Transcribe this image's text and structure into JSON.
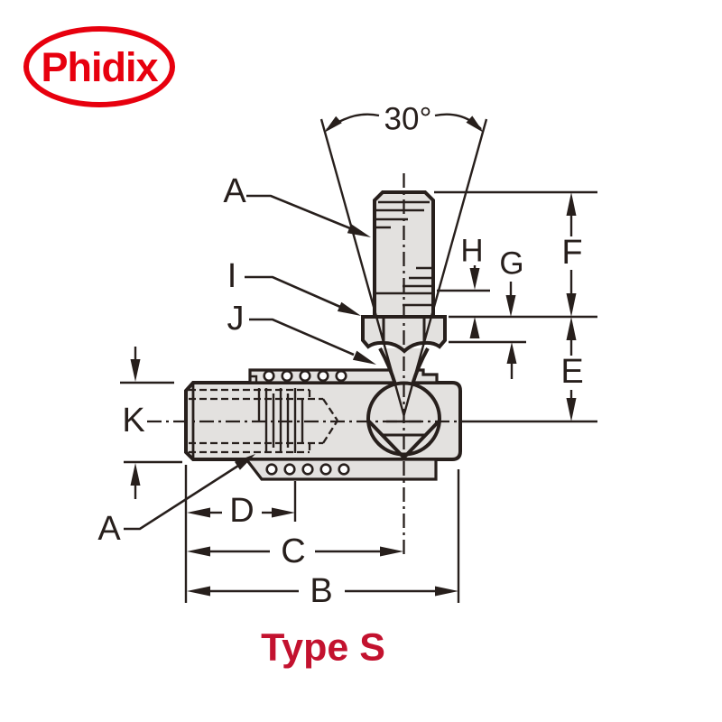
{
  "brand": {
    "logo_text": "Phidix"
  },
  "caption": {
    "text": "Type S"
  },
  "drawing": {
    "angle_label": "30°",
    "labels": {
      "a_top": "A",
      "i": "I",
      "j": "J",
      "h": "H",
      "g": "G",
      "f": "F",
      "e": "E",
      "k": "K",
      "a_bottom": "A",
      "d": "D",
      "c": "C",
      "b": "B"
    }
  },
  "colors": {
    "ink": "#271f1c",
    "part_fill": "#e3e1df",
    "logo_red": "#e7000e",
    "caption_red": "#c3122f"
  }
}
